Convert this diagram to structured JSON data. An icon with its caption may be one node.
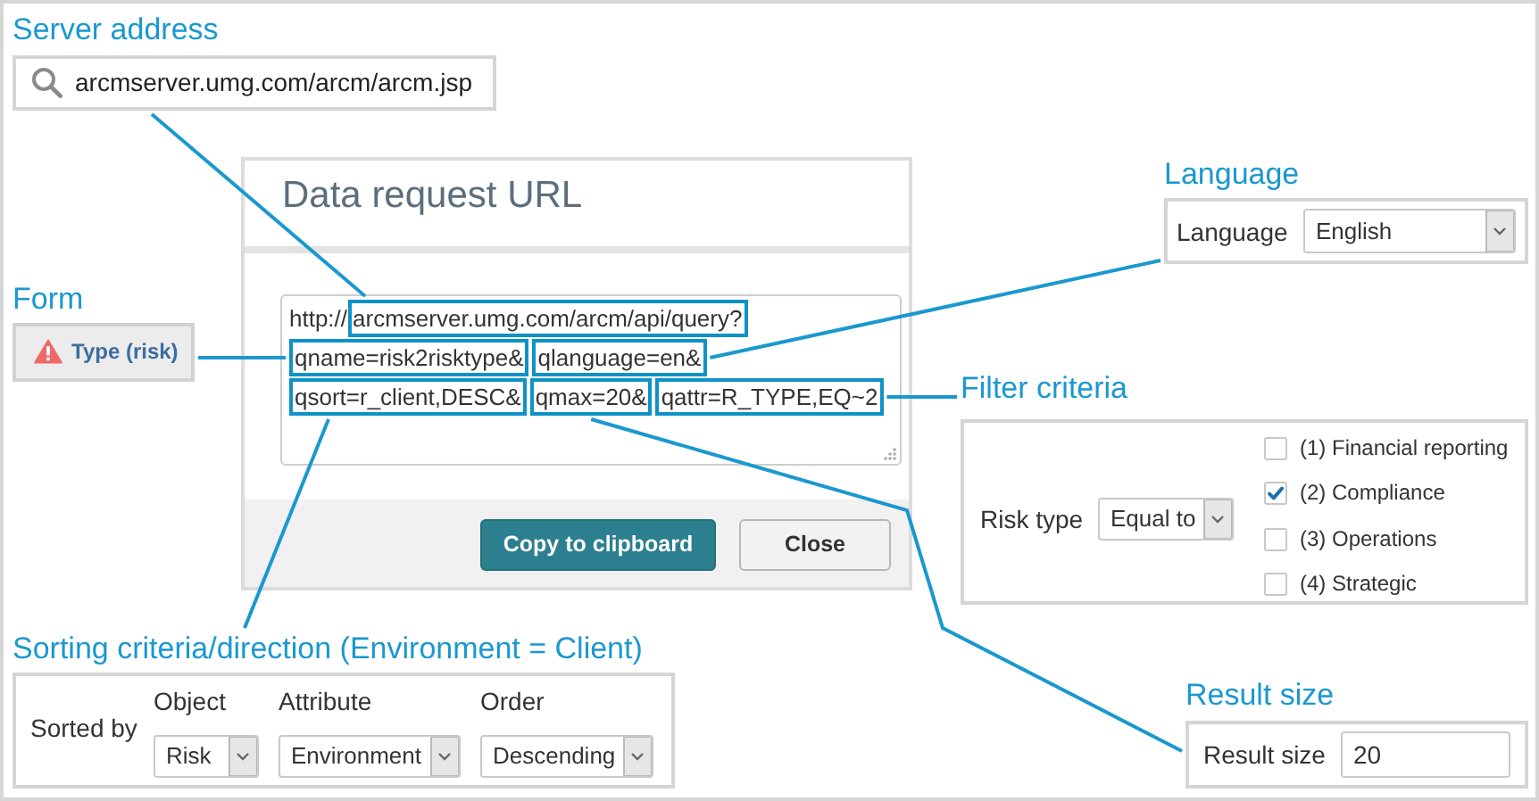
{
  "diagram": {
    "nodes": [
      {
        "text": [
          "Server address",
          "arcmserver.umg.com/arcm/arcm.jsp"
        ]
      },
      {
        "text": [
          "Form",
          "Type (risk)"
        ]
      },
      {
        "text": [
          "Data request URL"
        ]
      },
      {
        "text": [
          "http://"
        ],
        "in": 2
      },
      {
        "text": [
          "arcmserver.umg.com/arcm/api/query?"
        ],
        "in": 3
      },
      {
        "text": [
          "qname=risk2risktype&"
        ],
        "in": 3
      },
      {
        "text": [
          "qlanguage=en&"
        ],
        "in": 3
      },
      {
        "text": [
          "qsort=r_client,DESC&"
        ],
        "in": 3
      },
      {
        "text": [
          "qmax=20&"
        ],
        "in": 3
      },
      {
        "text": [
          "qattr=R_TYPE,EQ~2"
        ],
        "in": 3
      },
      {
        "text": [
          "Copy to clipboard"
        ],
        "in": 2
      },
      {
        "text": [
          "Close"
        ],
        "in": 2
      },
      {
        "text": [
          "Language",
          "Language"
        ]
      },
      {
        "text": [
          "English"
        ],
        "in": 12
      },
      {
        "text": [
          "Filter criteria",
          "Risk type",
          "(1) Financial reporting",
          "(2) Compliance",
          "(3) Operations",
          "(4) Strategic"
        ]
      },
      {
        "text": [
          "Equal to"
        ],
        "in": 14
      },
      {
        "text": [
          "Sorting criteria/direction (Environment = Client)",
          "Sorted by",
          "Object",
          "Attribute",
          "Order"
        ]
      },
      {
        "text": [
          "Risk"
        ],
        "in": 16
      },
      {
        "text": [
          "Environment"
        ],
        "in": 16
      },
      {
        "text": [
          "Descending"
        ],
        "in": 16
      },
      {
        "text": [
          "Result size",
          "Result size"
        ]
      },
      {
        "text": [
          "20"
        ],
        "in": 20
      }
    ],
    "edges": [
      {
        "from": 0,
        "to": 4,
        "arrow": "none"
      },
      {
        "from": 1,
        "to": 5,
        "arrow": "none"
      },
      {
        "from": 12,
        "to": 6,
        "arrow": "none"
      },
      {
        "from": 14,
        "to": 9,
        "arrow": "none"
      },
      {
        "from": 16,
        "to": 7,
        "arrow": "none"
      },
      {
        "from": 20,
        "to": 8,
        "arrow": "none"
      }
    ]
  }
}
